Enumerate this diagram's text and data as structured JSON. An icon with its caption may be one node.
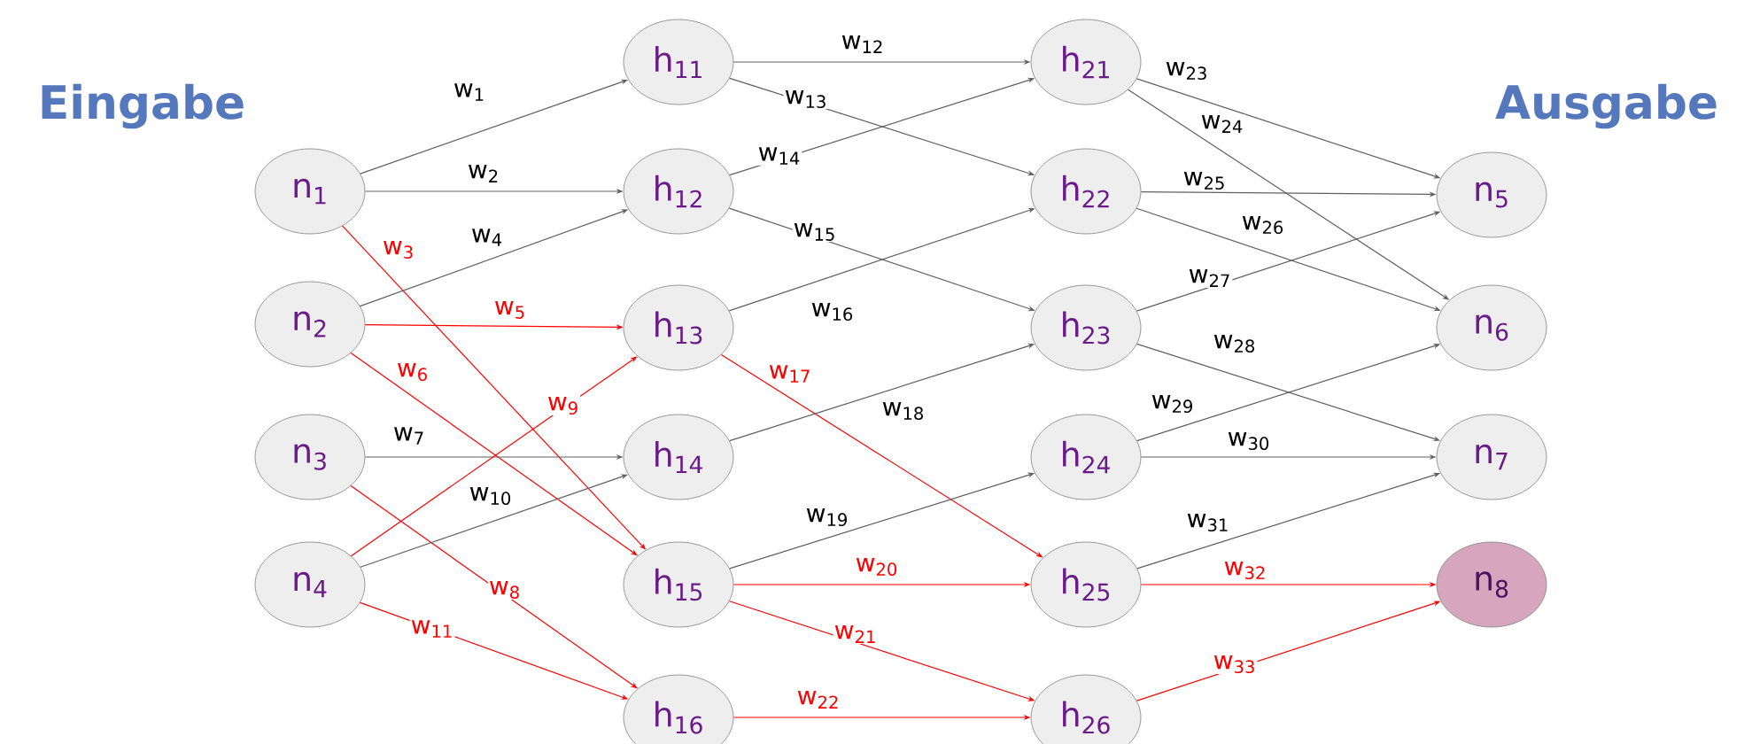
{
  "diagram": {
    "nodes": [
      {
        "text": [
          "n$_{1}$"
        ]
      },
      {
        "text": [
          "n$_{2}$"
        ]
      },
      {
        "text": [
          "n$_{3}$"
        ]
      },
      {
        "text": [
          "n$_{4}$"
        ]
      },
      {
        "text": [
          "h$_{11}$"
        ]
      },
      {
        "text": [
          "h$_{12}$"
        ]
      },
      {
        "text": [
          "h$_{13}$"
        ]
      },
      {
        "text": [
          "h$_{14}$"
        ]
      },
      {
        "text": [
          "h$_{15}$"
        ]
      },
      {
        "text": [
          "h$_{16}$"
        ]
      },
      {
        "text": [
          "h$_{21}$"
        ]
      },
      {
        "text": [
          "h$_{22}$"
        ]
      },
      {
        "text": [
          "h$_{23}$"
        ]
      },
      {
        "text": [
          "h$_{24}$"
        ]
      },
      {
        "text": [
          "h$_{25}$"
        ]
      },
      {
        "text": [
          "h$_{26}$"
        ]
      },
      {
        "text": [
          "n$_{5}$"
        ]
      },
      {
        "text": [
          "n$_{6}$"
        ]
      },
      {
        "text": [
          "n$_{7}$"
        ]
      },
      {
        "text": [
          "n$_{8}$"
        ]
      }
    ],
    "edges": [
      {
        "from": 0,
        "to": 4,
        "arrow": "to",
        "label": "w$_{1}$"
      },
      {
        "from": 0,
        "to": 5,
        "arrow": "to",
        "label": "w$_{2}$"
      },
      {
        "from": 0,
        "to": 8,
        "arrow": "to",
        "label": "w$_{3}$",
        "color": "#ff0000"
      },
      {
        "from": 1,
        "to": 5,
        "arrow": "to",
        "label": "w$_{4}$"
      },
      {
        "from": 1,
        "to": 6,
        "arrow": "to",
        "label": "w$_{5}$",
        "color": "#ff0000"
      },
      {
        "from": 1,
        "to": 8,
        "arrow": "to",
        "label": "w$_{6}$",
        "color": "#ff0000"
      },
      {
        "from": 2,
        "to": 7,
        "arrow": "to",
        "label": "w$_{7}$"
      },
      {
        "from": 2,
        "to": 9,
        "arrow": "to",
        "label": "w$_{8}$",
        "color": "#ff0000"
      },
      {
        "from": 3,
        "to": 6,
        "arrow": "to",
        "label": "w$_{9}$",
        "color": "#ff0000"
      },
      {
        "from": 3,
        "to": 7,
        "arrow": "to",
        "label": "w$_{10}$"
      },
      {
        "from": 3,
        "to": 9,
        "arrow": "to",
        "label": "w$_{11}$",
        "color": "#ff0000"
      },
      {
        "from": 4,
        "to": 10,
        "arrow": "to",
        "label": "w$_{12}$"
      },
      {
        "from": 4,
        "to": 11,
        "arrow": "to",
        "label": "w$_{13}$"
      },
      {
        "from": 5,
        "to": 10,
        "arrow": "to",
        "label": "w$_{14}$"
      },
      {
        "from": 5,
        "to": 12,
        "arrow": "to",
        "label": "w$_{15}$"
      },
      {
        "from": 6,
        "to": 11,
        "arrow": "to",
        "label": "w$_{16}$"
      },
      {
        "from": 6,
        "to": 14,
        "arrow": "to",
        "label": "w$_{17}$",
        "color": "#ff0000"
      },
      {
        "from": 7,
        "to": 12,
        "arrow": "to",
        "label": "w$_{18}$"
      },
      {
        "from": 8,
        "to": 13,
        "arrow": "to",
        "label": "w$_{19}$"
      },
      {
        "from": 8,
        "to": 14,
        "arrow": "to",
        "label": "w$_{20}$",
        "color": "#ff0000"
      },
      {
        "from": 8,
        "to": 15,
        "arrow": "to",
        "label": "w$_{21}$",
        "color": "#ff0000"
      },
      {
        "from": 9,
        "to": 15,
        "arrow": "to",
        "label": "w$_{22}$",
        "color": "#ff0000"
      },
      {
        "from": 10,
        "to": 16,
        "arrow": "to",
        "label": "w$_{23}$"
      },
      {
        "from": 10,
        "to": 17,
        "arrow": "to",
        "label": "w$_{24}$"
      },
      {
        "from": 11,
        "to": 16,
        "arrow": "to",
        "label": "w$_{25}$"
      },
      {
        "from": 11,
        "to": 17,
        "arrow": "to",
        "label": "w$_{26}$"
      },
      {
        "from": 12,
        "to": 16,
        "arrow": "to",
        "label": "w$_{27}$"
      },
      {
        "from": 12,
        "to": 18,
        "arrow": "to",
        "label": "w$_{28}$"
      },
      {
        "from": 13,
        "to": 17,
        "arrow": "to",
        "label": "w$_{29}$"
      },
      {
        "from": 13,
        "to": 18,
        "arrow": "to",
        "label": "w$_{30}$"
      },
      {
        "from": 14,
        "to": 18,
        "arrow": "to",
        "label": "w$_{31}$"
      },
      {
        "from": 14,
        "to": 19,
        "arrow": "to",
        "label": "w$_{32}$",
        "color": "#ff0000"
      },
      {
        "from": 15,
        "to": 19,
        "arrow": "to",
        "label": "w$_{33}$",
        "color": "#ff0000"
      }
    ],
    "labels": [
      "Eingabe",
      "Ausgabe"
    ]
  }
}
